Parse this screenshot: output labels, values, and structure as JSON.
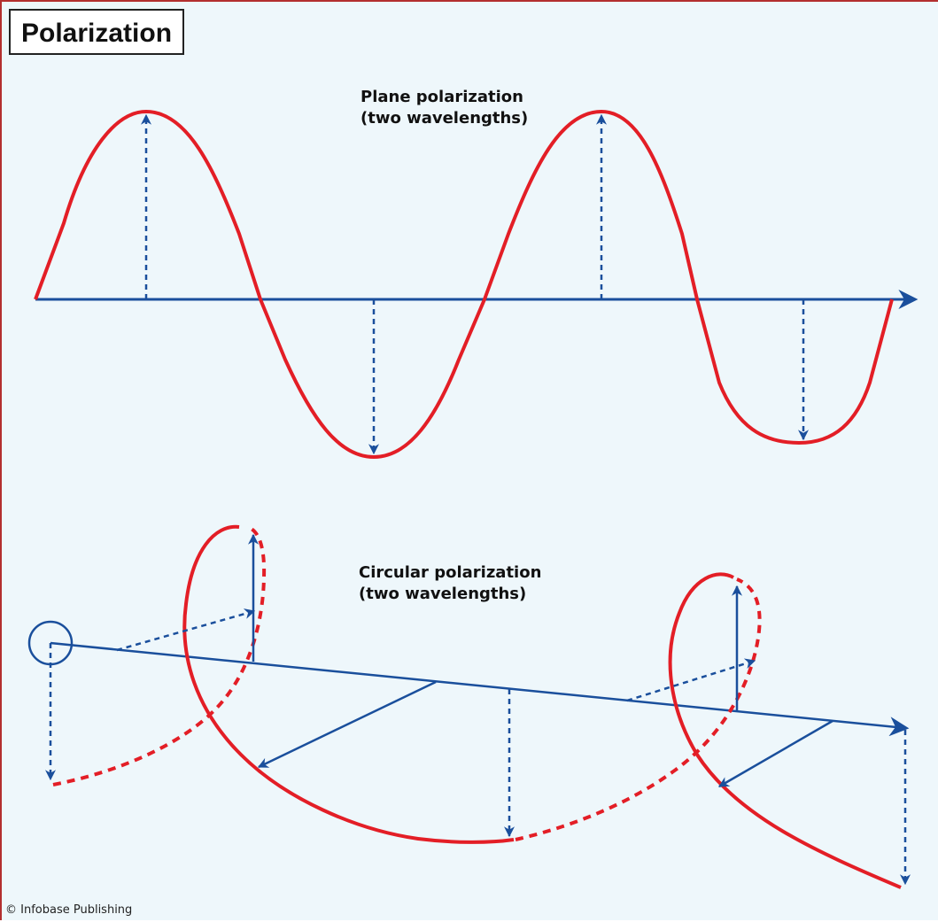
{
  "title": "Polarization",
  "plane": {
    "line1": "Plane polarization",
    "line2": "(two wavelengths)"
  },
  "circular": {
    "line1": "Circular polarization",
    "line2": "(two wavelengths)"
  },
  "credit": "© Infobase Publishing",
  "colors": {
    "wave": "#e31e26",
    "vector": "#1a4f9c",
    "background": "#eef7fb",
    "border": "#b32f2f"
  }
}
